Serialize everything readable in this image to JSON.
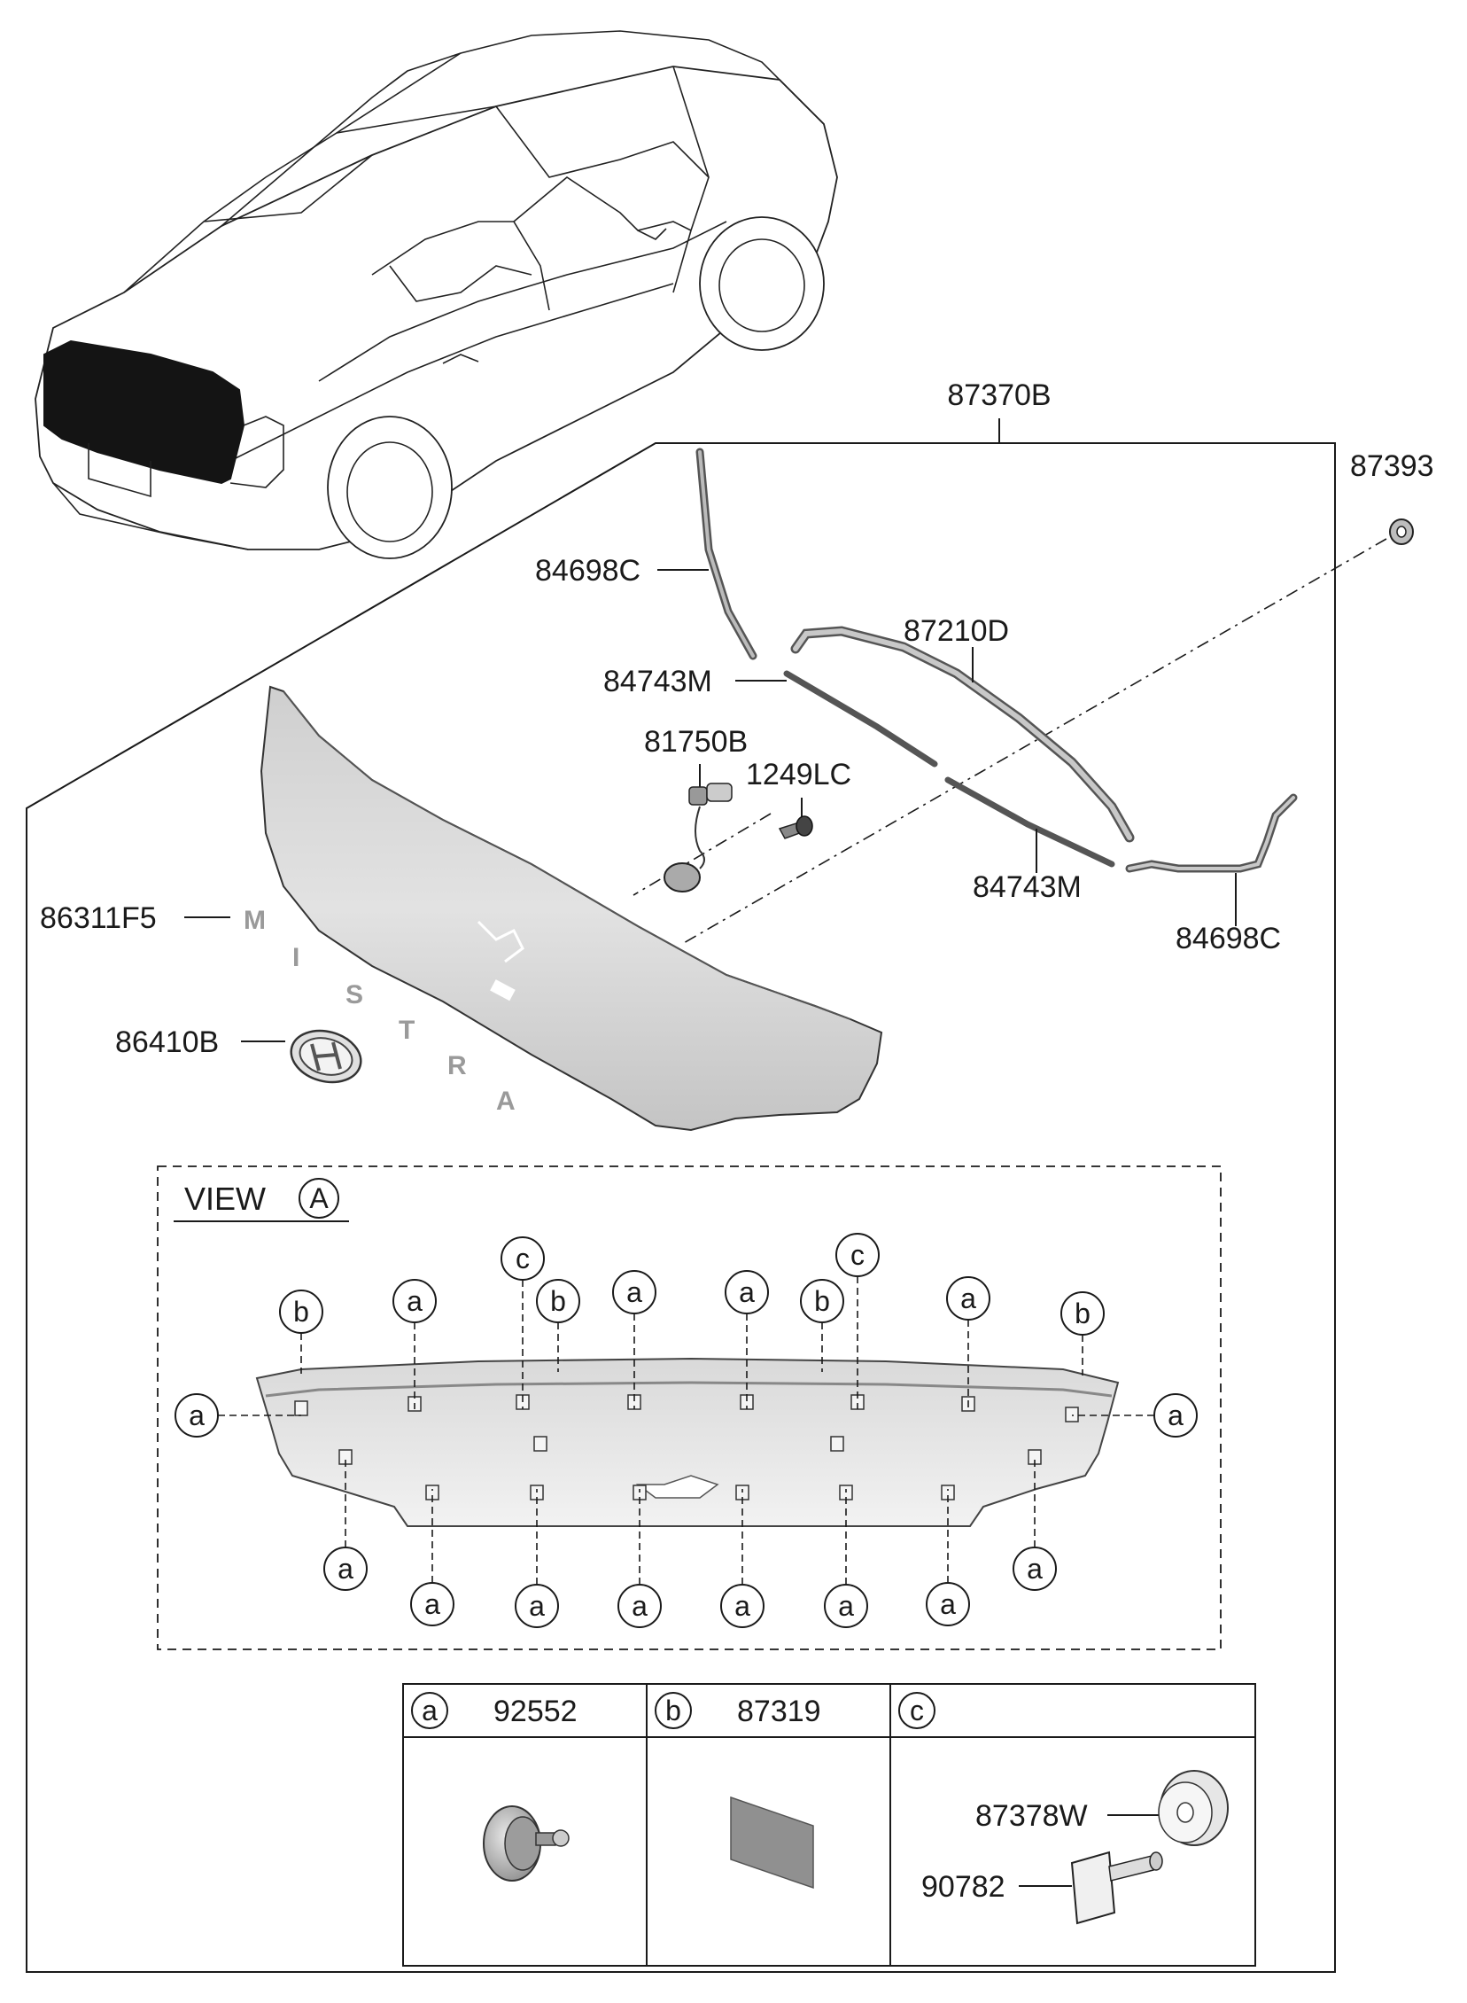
{
  "parts": {
    "p87370B": "87370B",
    "p87393": "87393",
    "p84698C_top": "84698C",
    "p87210D": "87210D",
    "p84743M_top": "84743M",
    "p81750B": "81750B",
    "p1249LC": "1249LC",
    "p84743M_bot": "84743M",
    "p84698C_bot": "84698C",
    "p86311F5": "86311F5",
    "p86410B": "86410B"
  },
  "emblem_text": [
    "M",
    "I",
    "S",
    "T",
    "R",
    "A"
  ],
  "view": {
    "label": "VIEW",
    "marker": "A",
    "callouts": {
      "a": "a",
      "b": "b",
      "c": "c"
    }
  },
  "legend": {
    "col_a": {
      "key": "a",
      "part": "92552"
    },
    "col_b": {
      "key": "b",
      "part": "87319"
    },
    "col_c": {
      "key": "c",
      "part": "",
      "sub_parts": [
        "87378W",
        "90782"
      ]
    }
  }
}
